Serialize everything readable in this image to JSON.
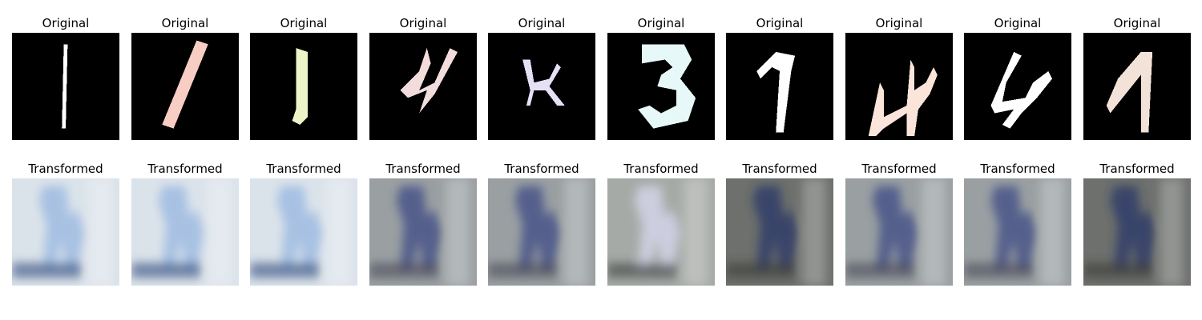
{
  "figure": {
    "rows": [
      {
        "row": "original",
        "title": "Original",
        "images": [
          {
            "digit": "1",
            "background": "#000000",
            "stroke": "#ffffff",
            "style": "thin-vertical"
          },
          {
            "digit": "1",
            "background": "#000000",
            "stroke": "#f7cdc4",
            "style": "slanted"
          },
          {
            "digit": "1",
            "background": "#000000",
            "stroke": "#eef4c8",
            "style": "bracket"
          },
          {
            "digit": "4",
            "background": "#000000",
            "stroke": "#f2dcdc",
            "style": "cursive"
          },
          {
            "digit": "4",
            "background": "#000000",
            "stroke": "#e6e0f7",
            "style": "small"
          },
          {
            "digit": "3",
            "background": "#000000",
            "stroke": "#e6f8f8",
            "style": "bold"
          },
          {
            "digit": "7",
            "background": "#000000",
            "stroke": "#ffffff",
            "style": "hook"
          },
          {
            "digit": "4",
            "background": "#000000",
            "stroke": "#fbe4da",
            "style": "wide"
          },
          {
            "digit": "4",
            "background": "#000000",
            "stroke": "#ffffff",
            "style": "angular"
          },
          {
            "digit": "1",
            "background": "#000000",
            "stroke": "#f2e2d8",
            "style": "serif"
          }
        ]
      },
      {
        "row": "transformed",
        "title": "Transformed",
        "images": [
          {
            "tone": "light",
            "background": "#dbe3ea",
            "accent": "#7ea6dc",
            "shadow": "#2e4a7a"
          },
          {
            "tone": "light",
            "background": "#dbe3ea",
            "accent": "#7ea6dc",
            "shadow": "#2e4a7a"
          },
          {
            "tone": "light",
            "background": "#dbe3ea",
            "accent": "#7ea6dc",
            "shadow": "#2e4a7a"
          },
          {
            "tone": "mid",
            "background": "#9aa0a2",
            "accent": "#3c4a86",
            "shadow": "#4a4a55"
          },
          {
            "tone": "mid",
            "background": "#9aa0a2",
            "accent": "#3c4a86",
            "shadow": "#4a4a55"
          },
          {
            "tone": "mixed",
            "background": "#a6aaa6",
            "accent": "#d8d8f0",
            "shadow": "#3a4040"
          },
          {
            "tone": "dark",
            "background": "#6d706c",
            "accent": "#2a3468",
            "shadow": "#3a3a38"
          },
          {
            "tone": "mid",
            "background": "#9aa0a2",
            "accent": "#3c4a86",
            "shadow": "#4a4a55"
          },
          {
            "tone": "mid",
            "background": "#9aa0a2",
            "accent": "#3c4a86",
            "shadow": "#4a4a55"
          },
          {
            "tone": "dark",
            "background": "#6d706c",
            "accent": "#2a3468",
            "shadow": "#3a3a38"
          }
        ]
      }
    ]
  }
}
